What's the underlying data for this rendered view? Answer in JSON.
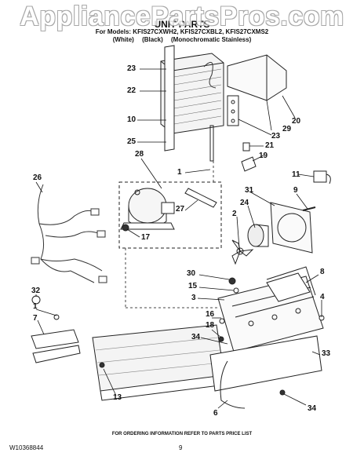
{
  "watermark": "AppliancePartsPros.com",
  "header": {
    "title": "UNIT PARTS",
    "models": "For Models: KFIS27CXWH2, KFIS27CXBL2, KFIS27CXMS2",
    "color_white": "(White)",
    "color_black": "(Black)",
    "color_ms": "(Monochromatic Stainless)"
  },
  "callouts": [
    "23",
    "22",
    "10",
    "25",
    "28",
    "1",
    "20",
    "29",
    "23",
    "21",
    "19",
    "11",
    "26",
    "9",
    "31",
    "24",
    "2",
    "27",
    "17",
    "8",
    "30",
    "15",
    "3",
    "4",
    "32",
    "1",
    "7",
    "16",
    "18",
    "34",
    "33",
    "13",
    "6",
    "34"
  ],
  "footer": {
    "note": "FOR ORDERING INFORMATION REFER TO PARTS PRICE LIST",
    "doc_number": "W10368844",
    "page_number": "9"
  }
}
